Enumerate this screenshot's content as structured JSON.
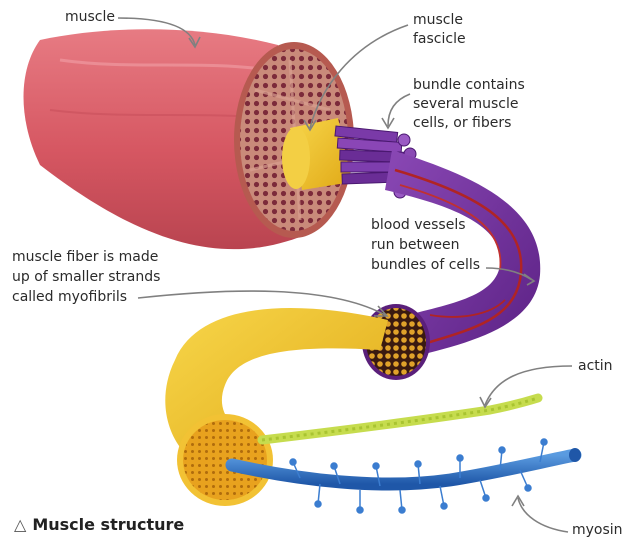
{
  "labels": {
    "muscle": "muscle",
    "fascicle_line1": "muscle",
    "fascicle_line2": "fascicle",
    "bundle_line1": "bundle contains",
    "bundle_line2": "several muscle",
    "bundle_line3": "cells, or fibers",
    "vessels_line1": "blood vessels",
    "vessels_line2": "run between",
    "vessels_line3": "bundles of cells",
    "fiber_line1": "muscle fiber is made",
    "fiber_line2": "up of smaller strands",
    "fiber_line3": "called myofibrils",
    "actin": "actin",
    "myosin": "myosin"
  },
  "caption": {
    "icon": "triangle-up-icon",
    "text": "Muscle structure"
  },
  "colors": {
    "muscle": "#d9606a",
    "fascicle": "#e8b426",
    "fiber_bundle": "#6a2a8c",
    "blood_vessel": "#b32020",
    "myofibril": "#f0c21e",
    "actin": "#c6dc4e",
    "myosin": "#2f72c8",
    "leader_line": "#808080"
  }
}
